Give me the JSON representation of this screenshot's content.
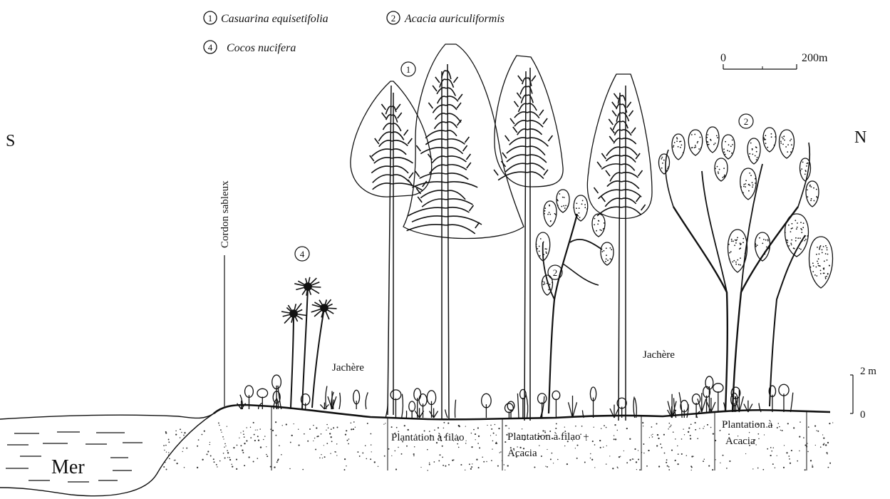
{
  "legend": {
    "items": [
      {
        "number": "1",
        "species": "Casuarina equisetifolia"
      },
      {
        "number": "2",
        "species": "Acacia auriculiformis"
      },
      {
        "number": "4",
        "species": "Cocos nucifera"
      }
    ]
  },
  "scale_bar": {
    "zero": "0",
    "length": "200m"
  },
  "height_scale": {
    "top": "2 m",
    "bottom": "0"
  },
  "compass": {
    "south": "S",
    "north": "N"
  },
  "labels": {
    "sea": "Mer",
    "sand_bar": "Cordon sableux",
    "fallow_1": "Jachère",
    "fallow_2": "Jachère",
    "tree_marker_1": "1",
    "tree_marker_2a": "2",
    "tree_marker_2b": "2",
    "tree_marker_4": "4"
  },
  "zones": {
    "filao": "Plantation à filao",
    "filao_acacia_l1": "Plantation à filao +",
    "filao_acacia_l2": "Acacia",
    "acacia_l1": "Plantation à",
    "acacia_l2": "Acacia"
  },
  "colors": {
    "ink": "#111111",
    "background": "#ffffff"
  }
}
